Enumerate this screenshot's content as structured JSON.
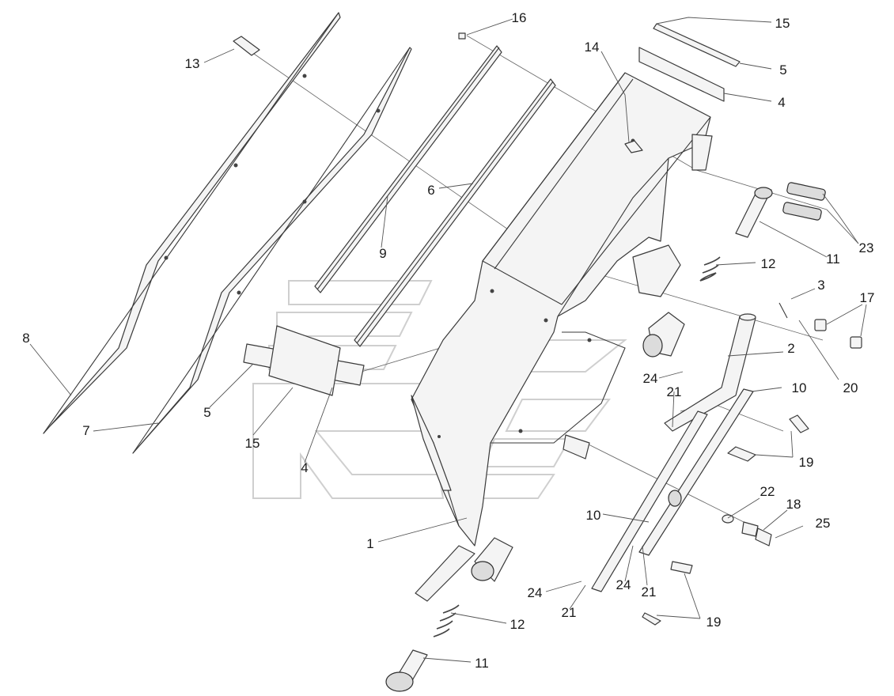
{
  "diagram": {
    "callouts": [
      {
        "id": "c13a",
        "text": "13"
      },
      {
        "id": "c16",
        "text": "16"
      },
      {
        "id": "c15a",
        "text": "15"
      },
      {
        "id": "c14",
        "text": "14"
      },
      {
        "id": "c5a",
        "text": "5"
      },
      {
        "id": "c4a",
        "text": "4"
      },
      {
        "id": "c6",
        "text": "6"
      },
      {
        "id": "c9",
        "text": "9"
      },
      {
        "id": "c23",
        "text": "23"
      },
      {
        "id": "c11a",
        "text": "11"
      },
      {
        "id": "c12a",
        "text": "12"
      },
      {
        "id": "c3",
        "text": "3"
      },
      {
        "id": "c17",
        "text": "17"
      },
      {
        "id": "c8",
        "text": "8"
      },
      {
        "id": "c2",
        "text": "2"
      },
      {
        "id": "c20",
        "text": "20"
      },
      {
        "id": "c24a",
        "text": "24"
      },
      {
        "id": "c21a",
        "text": "21"
      },
      {
        "id": "c10a",
        "text": "10"
      },
      {
        "id": "c5b",
        "text": "5"
      },
      {
        "id": "c7",
        "text": "7"
      },
      {
        "id": "c15b",
        "text": "15"
      },
      {
        "id": "c4b",
        "text": "4"
      },
      {
        "id": "c19a",
        "text": "19"
      },
      {
        "id": "c22",
        "text": "22"
      },
      {
        "id": "c18",
        "text": "18"
      },
      {
        "id": "c10b",
        "text": "10"
      },
      {
        "id": "c25",
        "text": "25"
      },
      {
        "id": "c1",
        "text": "1"
      },
      {
        "id": "c24b",
        "text": "24"
      },
      {
        "id": "c21b",
        "text": "21"
      },
      {
        "id": "c24c",
        "text": "24"
      },
      {
        "id": "c21c",
        "text": "21"
      },
      {
        "id": "c19b",
        "text": "19"
      },
      {
        "id": "c12b",
        "text": "12"
      },
      {
        "id": "c11b",
        "text": "11"
      }
    ]
  }
}
